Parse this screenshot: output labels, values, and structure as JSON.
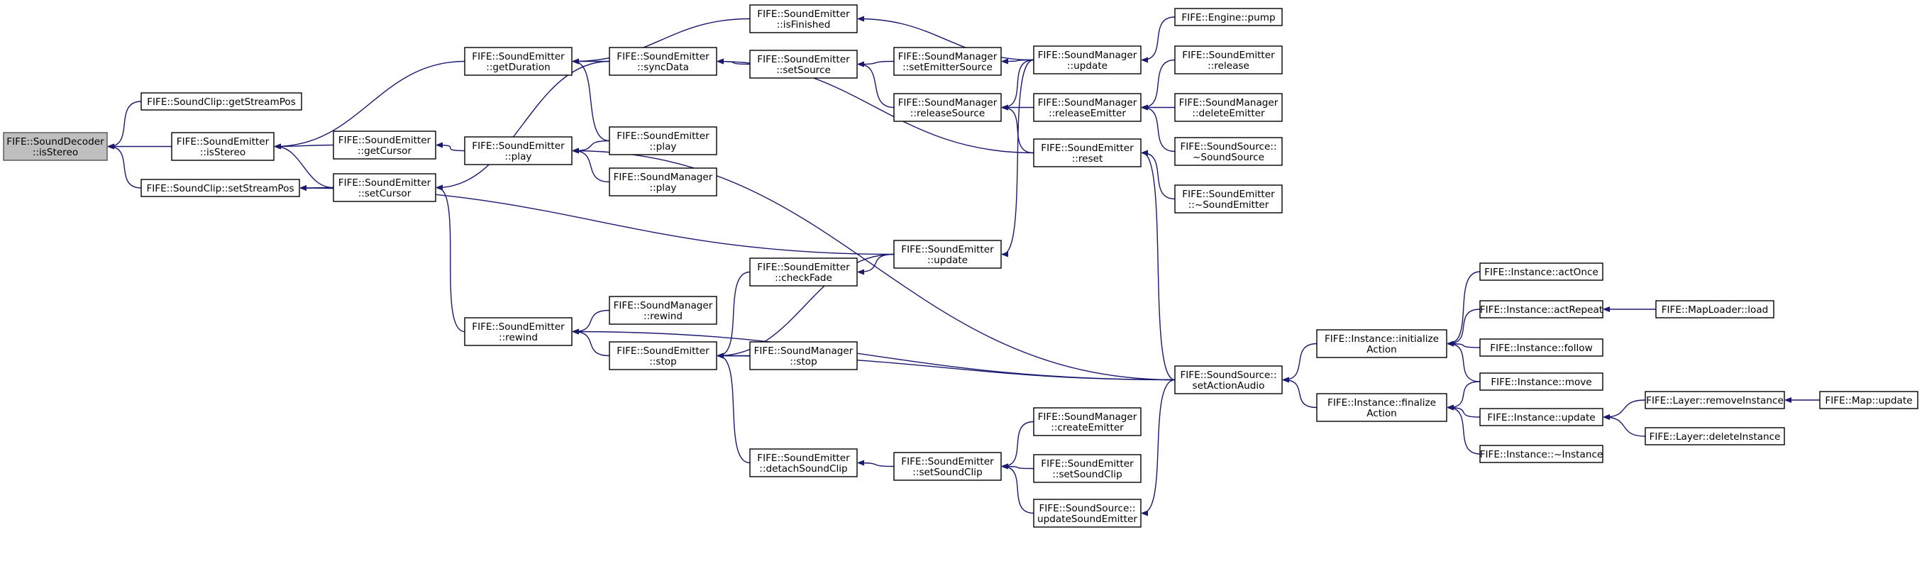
{
  "graph": {
    "nodes": [
      {
        "id": "SoundDecoder_isStereo",
        "lines": [
          "FIFE::SoundDecoder",
          "::isStereo"
        ],
        "root": true
      },
      {
        "id": "SoundClip_getStreamPos",
        "lines": [
          "FIFE::SoundClip::getStreamPos"
        ]
      },
      {
        "id": "SoundEmitter_isStereo",
        "lines": [
          "FIFE::SoundEmitter",
          "::isStereo"
        ]
      },
      {
        "id": "SoundClip_setStreamPos",
        "lines": [
          "FIFE::SoundClip::setStreamPos"
        ]
      },
      {
        "id": "SoundEmitter_getDuration",
        "lines": [
          "FIFE::SoundEmitter",
          "::getDuration"
        ]
      },
      {
        "id": "SoundEmitter_getCursor",
        "lines": [
          "FIFE::SoundEmitter",
          "::getCursor"
        ]
      },
      {
        "id": "SoundEmitter_setCursor",
        "lines": [
          "FIFE::SoundEmitter",
          "::setCursor"
        ]
      },
      {
        "id": "SoundEmitter_rewind",
        "lines": [
          "FIFE::SoundEmitter",
          "::rewind"
        ]
      },
      {
        "id": "SoundEmitter_isFinished",
        "lines": [
          "FIFE::SoundEmitter",
          "::isFinished"
        ]
      },
      {
        "id": "SoundEmitter_syncData",
        "lines": [
          "FIFE::SoundEmitter",
          "::syncData"
        ]
      },
      {
        "id": "SoundEmitter_play_a",
        "lines": [
          "FIFE::SoundEmitter",
          "::play"
        ]
      },
      {
        "id": "SoundEmitter_play_b",
        "lines": [
          "FIFE::SoundEmitter",
          "::play"
        ]
      },
      {
        "id": "SoundManager_play",
        "lines": [
          "FIFE::SoundManager",
          "::play"
        ]
      },
      {
        "id": "SoundManager_rewind",
        "lines": [
          "FIFE::SoundManager",
          "::rewind"
        ]
      },
      {
        "id": "SoundEmitter_stop",
        "lines": [
          "FIFE::SoundEmitter",
          "::stop"
        ]
      },
      {
        "id": "SoundEmitter_setSource",
        "lines": [
          "FIFE::SoundEmitter",
          "::setSource"
        ]
      },
      {
        "id": "SoundEmitter_checkFade",
        "lines": [
          "FIFE::SoundEmitter",
          "::checkFade"
        ]
      },
      {
        "id": "SoundManager_stop",
        "lines": [
          "FIFE::SoundManager",
          "::stop"
        ]
      },
      {
        "id": "SoundEmitter_detachSoundClip",
        "lines": [
          "FIFE::SoundEmitter",
          "::detachSoundClip"
        ]
      },
      {
        "id": "SoundManager_setEmitterSource",
        "lines": [
          "FIFE::SoundManager",
          "::setEmitterSource"
        ]
      },
      {
        "id": "SoundManager_releaseSource",
        "lines": [
          "FIFE::SoundManager",
          "::releaseSource"
        ]
      },
      {
        "id": "SoundEmitter_update",
        "lines": [
          "FIFE::SoundEmitter",
          "::update"
        ]
      },
      {
        "id": "SoundEmitter_setSoundClip_a",
        "lines": [
          "FIFE::SoundEmitter",
          "::setSoundClip"
        ]
      },
      {
        "id": "SoundManager_update",
        "lines": [
          "FIFE::SoundManager",
          "::update"
        ]
      },
      {
        "id": "SoundManager_releaseEmitter",
        "lines": [
          "FIFE::SoundManager",
          "::releaseEmitter"
        ]
      },
      {
        "id": "SoundEmitter_reset",
        "lines": [
          "FIFE::SoundEmitter",
          "::reset"
        ]
      },
      {
        "id": "SoundManager_createEmitter",
        "lines": [
          "FIFE::SoundManager",
          "::createEmitter"
        ]
      },
      {
        "id": "SoundEmitter_setSoundClip_b",
        "lines": [
          "FIFE::SoundEmitter",
          "::setSoundClip"
        ]
      },
      {
        "id": "SoundSource_updateSoundEmitter",
        "lines": [
          "FIFE::SoundSource::",
          "updateSoundEmitter"
        ]
      },
      {
        "id": "Engine_pump",
        "lines": [
          "FIFE::Engine::pump"
        ]
      },
      {
        "id": "SoundEmitter_release",
        "lines": [
          "FIFE::SoundEmitter",
          "::release"
        ]
      },
      {
        "id": "SoundManager_deleteEmitter",
        "lines": [
          "FIFE::SoundManager",
          "::deleteEmitter"
        ]
      },
      {
        "id": "SoundSource_dtor",
        "lines": [
          "FIFE::SoundSource::",
          "~SoundSource"
        ]
      },
      {
        "id": "SoundEmitter_dtor",
        "lines": [
          "FIFE::SoundEmitter",
          "::~SoundEmitter"
        ]
      },
      {
        "id": "SoundSource_setActionAudio",
        "lines": [
          "FIFE::SoundSource::",
          "setActionAudio"
        ]
      },
      {
        "id": "Instance_initializeAction",
        "lines": [
          "FIFE::Instance::initialize",
          "Action"
        ]
      },
      {
        "id": "Instance_finalizeAction",
        "lines": [
          "FIFE::Instance::finalize",
          "Action"
        ]
      },
      {
        "id": "Instance_actOnce",
        "lines": [
          "FIFE::Instance::actOnce"
        ]
      },
      {
        "id": "Instance_actRepeat",
        "lines": [
          "FIFE::Instance::actRepeat"
        ]
      },
      {
        "id": "Instance_follow",
        "lines": [
          "FIFE::Instance::follow"
        ]
      },
      {
        "id": "Instance_move",
        "lines": [
          "FIFE::Instance::move"
        ]
      },
      {
        "id": "Instance_update",
        "lines": [
          "FIFE::Instance::update"
        ]
      },
      {
        "id": "Instance_dtor",
        "lines": [
          "FIFE::Instance::~Instance"
        ]
      },
      {
        "id": "MapLoader_load",
        "lines": [
          "FIFE::MapLoader::load"
        ]
      },
      {
        "id": "Layer_removeInstance",
        "lines": [
          "FIFE::Layer::removeInstance"
        ]
      },
      {
        "id": "Layer_deleteInstance",
        "lines": [
          "FIFE::Layer::deleteInstance"
        ]
      },
      {
        "id": "Map_update",
        "lines": [
          "FIFE::Map::update"
        ]
      }
    ],
    "edges": [
      [
        "SoundClip_getStreamPos",
        "SoundDecoder_isStereo"
      ],
      [
        "SoundEmitter_isStereo",
        "SoundDecoder_isStereo"
      ],
      [
        "SoundClip_setStreamPos",
        "SoundDecoder_isStereo"
      ],
      [
        "SoundEmitter_getDuration",
        "SoundEmitter_isStereo"
      ],
      [
        "SoundEmitter_getCursor",
        "SoundEmitter_isStereo"
      ],
      [
        "SoundEmitter_setCursor",
        "SoundEmitter_isStereo"
      ],
      [
        "SoundEmitter_setCursor",
        "SoundClip_setStreamPos"
      ],
      [
        "SoundEmitter_update",
        "SoundClip_setStreamPos"
      ],
      [
        "SoundEmitter_isFinished",
        "SoundEmitter_getDuration"
      ],
      [
        "SoundEmitter_syncData",
        "SoundEmitter_getDuration"
      ],
      [
        "SoundEmitter_play_a",
        "SoundEmitter_getDuration"
      ],
      [
        "SoundEmitter_syncData",
        "SoundEmitter_setCursor"
      ],
      [
        "SoundEmitter_play_b",
        "SoundEmitter_getCursor"
      ],
      [
        "SoundEmitter_rewind",
        "SoundEmitter_setCursor"
      ],
      [
        "SoundEmitter_play_a",
        "SoundEmitter_play_b"
      ],
      [
        "SoundManager_play",
        "SoundEmitter_play_b"
      ],
      [
        "SoundSource_setActionAudio",
        "SoundEmitter_play_b"
      ],
      [
        "SoundManager_rewind",
        "SoundEmitter_rewind"
      ],
      [
        "SoundEmitter_stop",
        "SoundEmitter_rewind"
      ],
      [
        "SoundSource_setActionAudio",
        "SoundEmitter_rewind"
      ],
      [
        "SoundManager_update",
        "SoundEmitter_isFinished"
      ],
      [
        "SoundEmitter_setSource",
        "SoundEmitter_syncData"
      ],
      [
        "SoundEmitter_reset",
        "SoundEmitter_syncData"
      ],
      [
        "SoundManager_setEmitterSource",
        "SoundEmitter_setSource"
      ],
      [
        "SoundManager_releaseSource",
        "SoundEmitter_setSource"
      ],
      [
        "SoundManager_update",
        "SoundManager_setEmitterSource"
      ],
      [
        "SoundManager_update",
        "SoundManager_releaseSource"
      ],
      [
        "SoundManager_releaseEmitter",
        "SoundManager_releaseSource"
      ],
      [
        "SoundEmitter_reset",
        "SoundManager_releaseSource"
      ],
      [
        "Engine_pump",
        "SoundManager_update"
      ],
      [
        "SoundEmitter_release",
        "SoundManager_releaseEmitter"
      ],
      [
        "SoundManager_deleteEmitter",
        "SoundManager_releaseEmitter"
      ],
      [
        "SoundSource_dtor",
        "SoundManager_releaseEmitter"
      ],
      [
        "SoundEmitter_dtor",
        "SoundEmitter_reset"
      ],
      [
        "SoundSource_setActionAudio",
        "SoundEmitter_reset"
      ],
      [
        "SoundManager_update",
        "SoundEmitter_update"
      ],
      [
        "SoundEmitter_update",
        "SoundEmitter_checkFade"
      ],
      [
        "SoundEmitter_checkFade",
        "SoundEmitter_stop"
      ],
      [
        "SoundEmitter_update",
        "SoundEmitter_stop"
      ],
      [
        "SoundManager_stop",
        "SoundEmitter_stop"
      ],
      [
        "SoundSource_setActionAudio",
        "SoundEmitter_stop"
      ],
      [
        "SoundEmitter_detachSoundClip",
        "SoundEmitter_stop"
      ],
      [
        "SoundEmitter_setSoundClip_a",
        "SoundEmitter_detachSoundClip"
      ],
      [
        "SoundManager_createEmitter",
        "SoundEmitter_setSoundClip_a"
      ],
      [
        "SoundEmitter_setSoundClip_b",
        "SoundEmitter_setSoundClip_a"
      ],
      [
        "SoundSource_updateSoundEmitter",
        "SoundEmitter_setSoundClip_a"
      ],
      [
        "SoundSource_setActionAudio",
        "SoundSource_updateSoundEmitter"
      ],
      [
        "Instance_initializeAction",
        "SoundSource_setActionAudio"
      ],
      [
        "Instance_finalizeAction",
        "SoundSource_setActionAudio"
      ],
      [
        "Instance_actOnce",
        "Instance_initializeAction"
      ],
      [
        "Instance_actRepeat",
        "Instance_initializeAction"
      ],
      [
        "Instance_follow",
        "Instance_initializeAction"
      ],
      [
        "Instance_move",
        "Instance_initializeAction"
      ],
      [
        "Instance_move",
        "Instance_finalizeAction"
      ],
      [
        "Instance_update",
        "Instance_finalizeAction"
      ],
      [
        "Instance_dtor",
        "Instance_finalizeAction"
      ],
      [
        "MapLoader_load",
        "Instance_actRepeat"
      ],
      [
        "Layer_removeInstance",
        "Instance_update"
      ],
      [
        "Layer_deleteInstance",
        "Instance_update"
      ],
      [
        "Map_update",
        "Layer_removeInstance"
      ]
    ]
  }
}
